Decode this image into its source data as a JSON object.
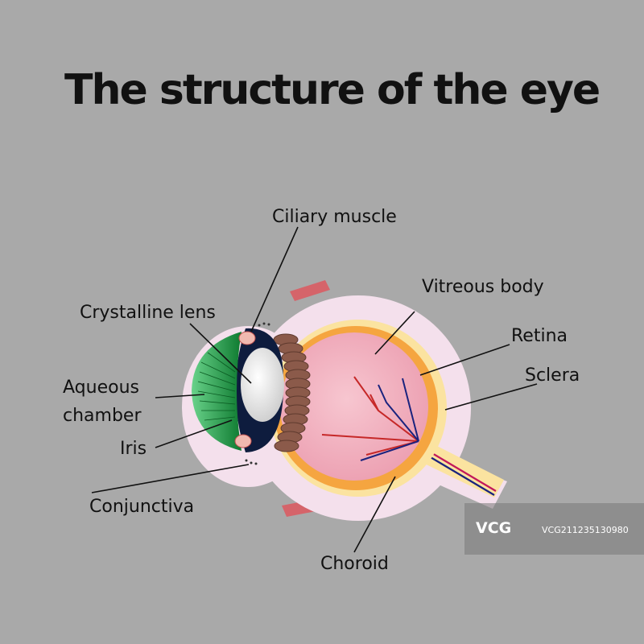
{
  "title": "The structure of the eye",
  "labels": {
    "ciliary_muscle": "Ciliary muscle",
    "crystalline_lens": "Crystalline lens",
    "vitreous_body": "Vitreous body",
    "retina": "Retina",
    "sclera": "Sclera",
    "aqueous_chamber_line1": "Aqueous",
    "aqueous_chamber_line2": "chamber",
    "iris": "Iris",
    "conjunctiva": "Conjunctiva",
    "choroid": "Choroid"
  },
  "watermark": {
    "logo": "VCG",
    "id": "VCG211235130980"
  },
  "colors": {
    "background": "#a9a9a9",
    "sclera": "#f4e0ec",
    "choroid": "#f5a540",
    "retina": "#fbe3a0",
    "vitreous": "#f3b0bf",
    "iris": "#2aa64a",
    "lens": "#e6e6e6",
    "ciliary": "#8b5a4a",
    "cornea_ring": "#0e1c3e"
  }
}
